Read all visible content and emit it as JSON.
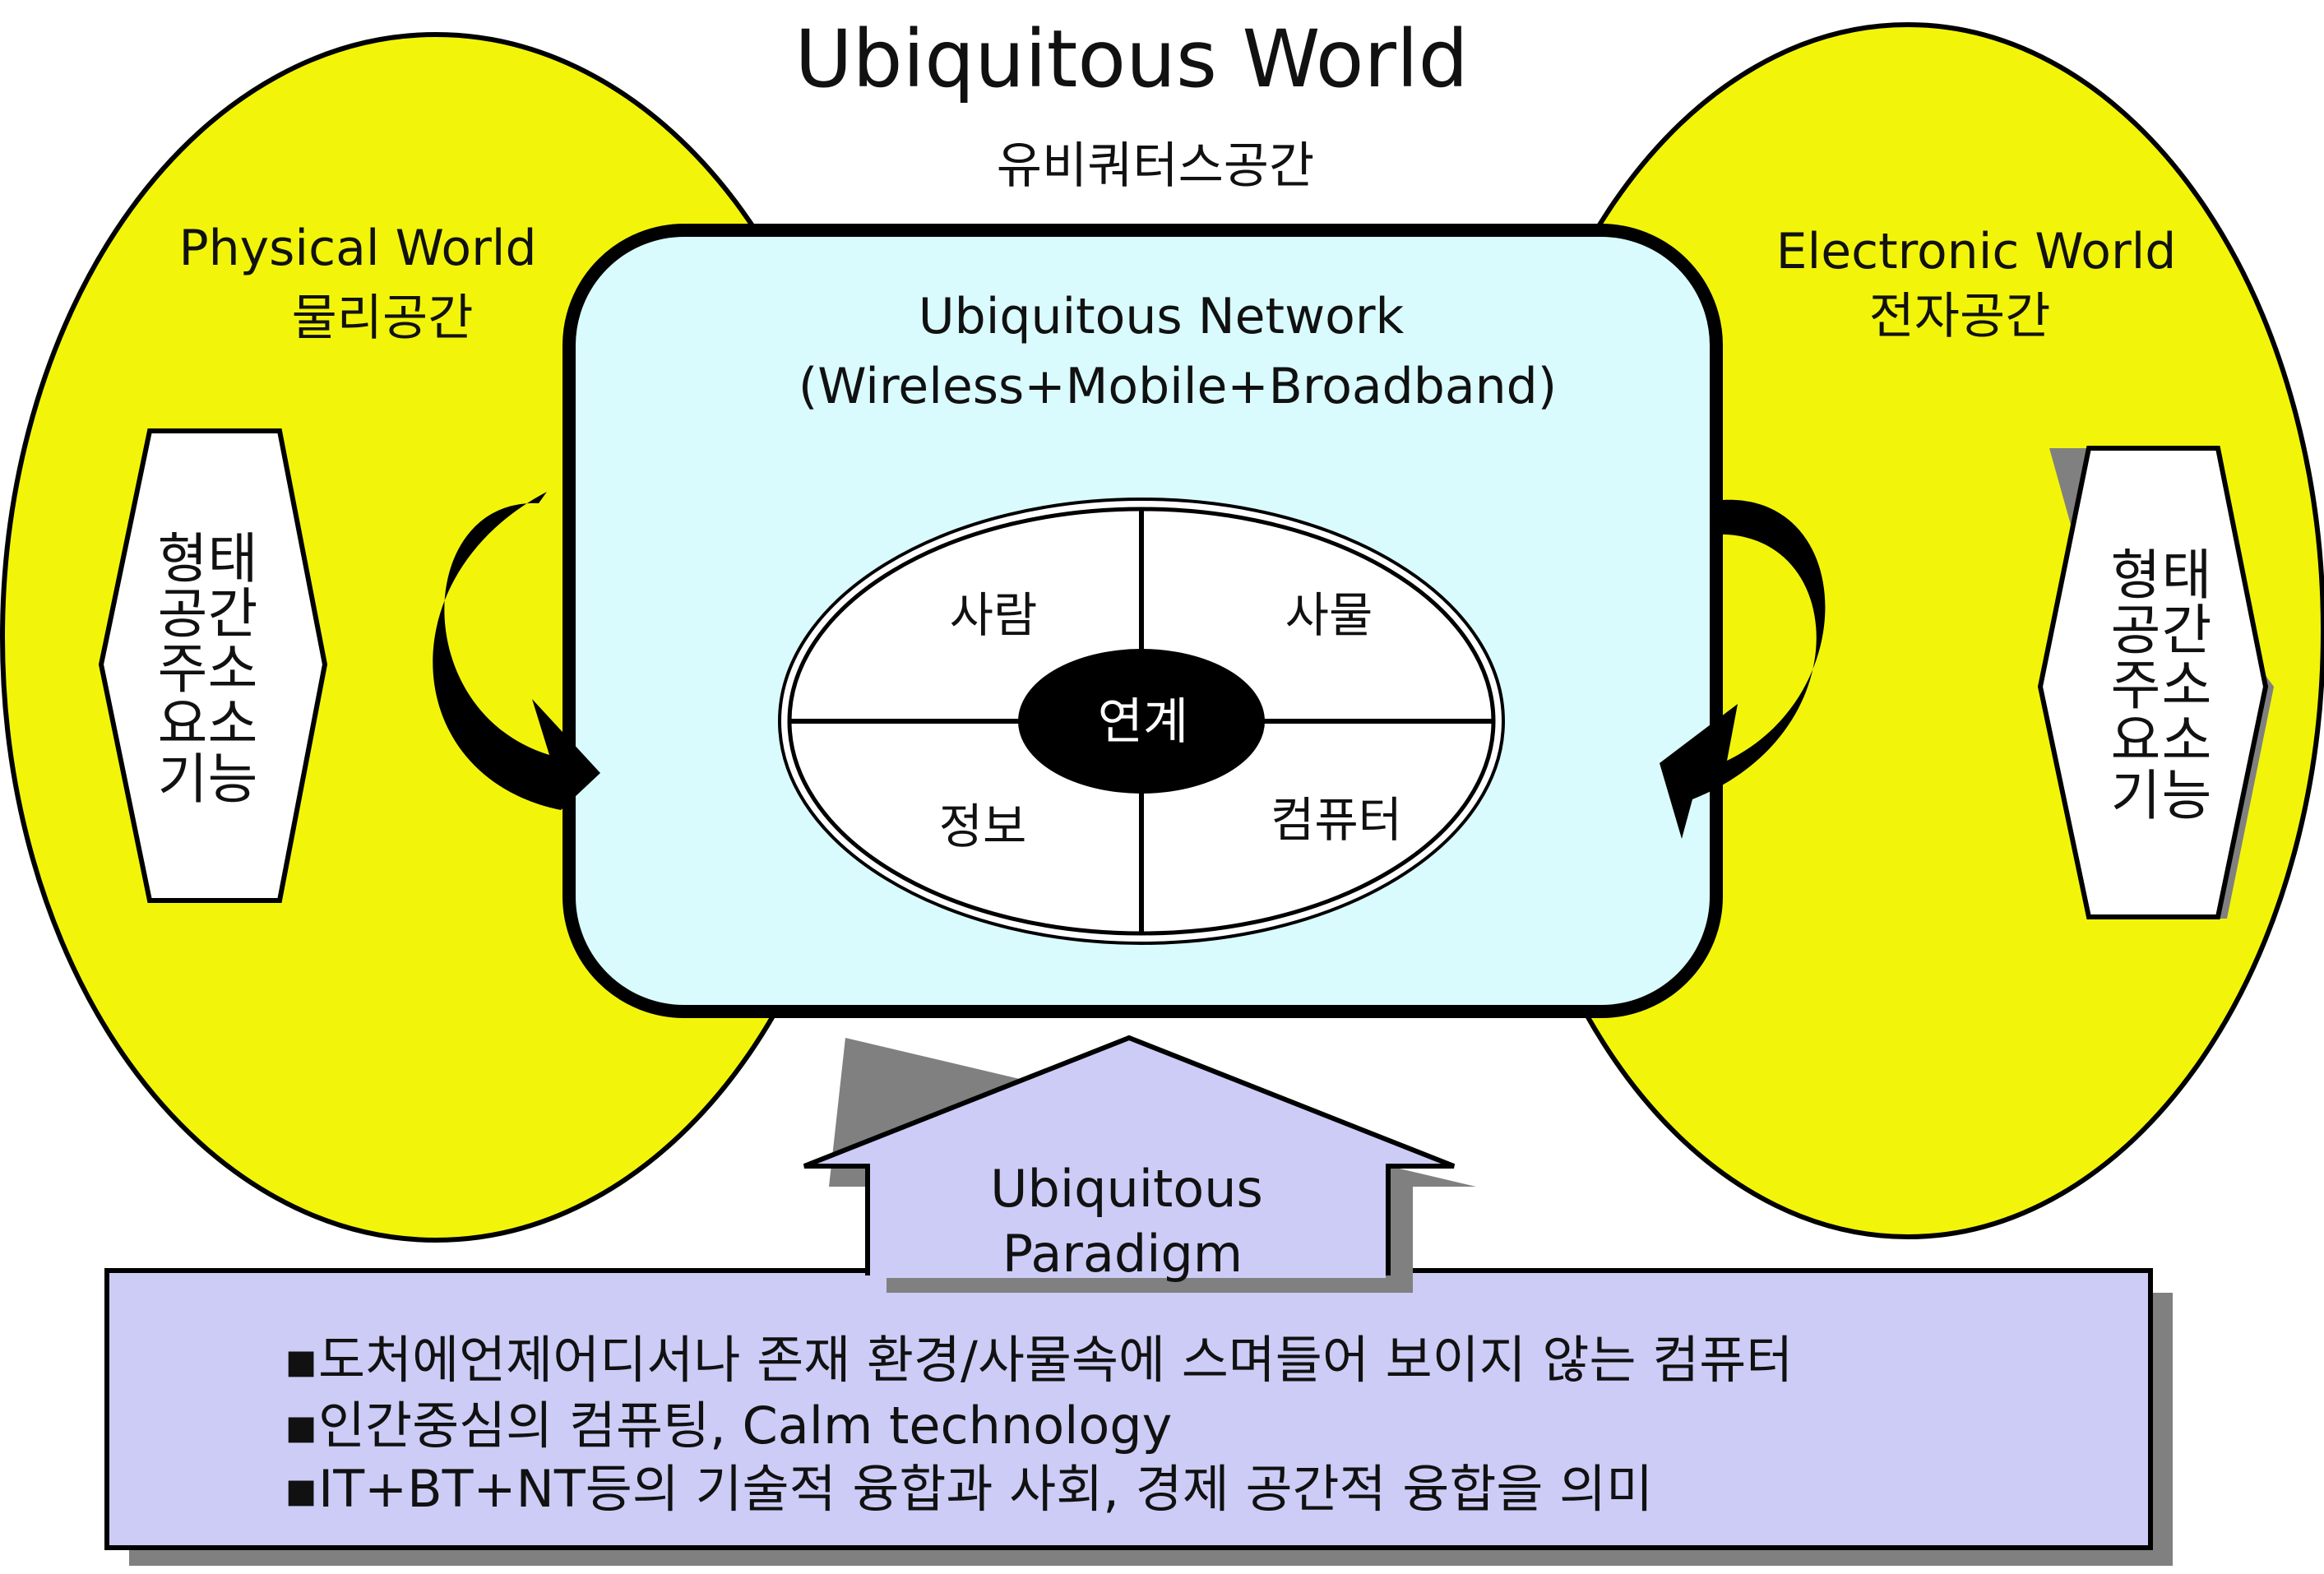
{
  "title": "Ubiquitous World",
  "subtitle": "유비쿼터스공간",
  "physical": {
    "title": "Physical World",
    "subtitle": "물리공간",
    "columns": [
      [
        "형",
        "공",
        "주",
        "요",
        "기"
      ],
      [
        "태",
        "간",
        "소",
        "소",
        "능"
      ]
    ]
  },
  "electronic": {
    "title": "Electronic World",
    "subtitle": "전자공간",
    "columns": [
      [
        "형",
        "공",
        "주",
        "요",
        "기"
      ],
      [
        "태",
        "간",
        "소",
        "소",
        "능"
      ]
    ]
  },
  "network": {
    "title": "Ubiquitous Network",
    "subtitle": "(Wireless+Mobile+Broadband)",
    "quadrants": {
      "top_left": "사람",
      "top_right": "사물",
      "bottom_left": "정보",
      "bottom_right": "컴퓨터"
    },
    "center": "연계"
  },
  "paradigm": {
    "line1": "Ubiquitous",
    "line2": "Paradigm"
  },
  "bullets": [
    "▪도처에언제어디서나 존재 환경/사물속에 스며들어 보이지 않는 컴퓨터",
    "▪인간중심의  컴퓨팅, Calm technology",
    "▪IT+BT+NT등의 기술적 융합과 사회, 경제 공간적 융합을 의미"
  ],
  "colors": {
    "world_fill": "#f2f50a",
    "network_fill": "#d9fbfd",
    "paradigm_fill": "#ccccf7",
    "shadow": "#808080",
    "stroke": "#000000",
    "center_fill": "#000000",
    "oval_fill": "#ffffff"
  }
}
